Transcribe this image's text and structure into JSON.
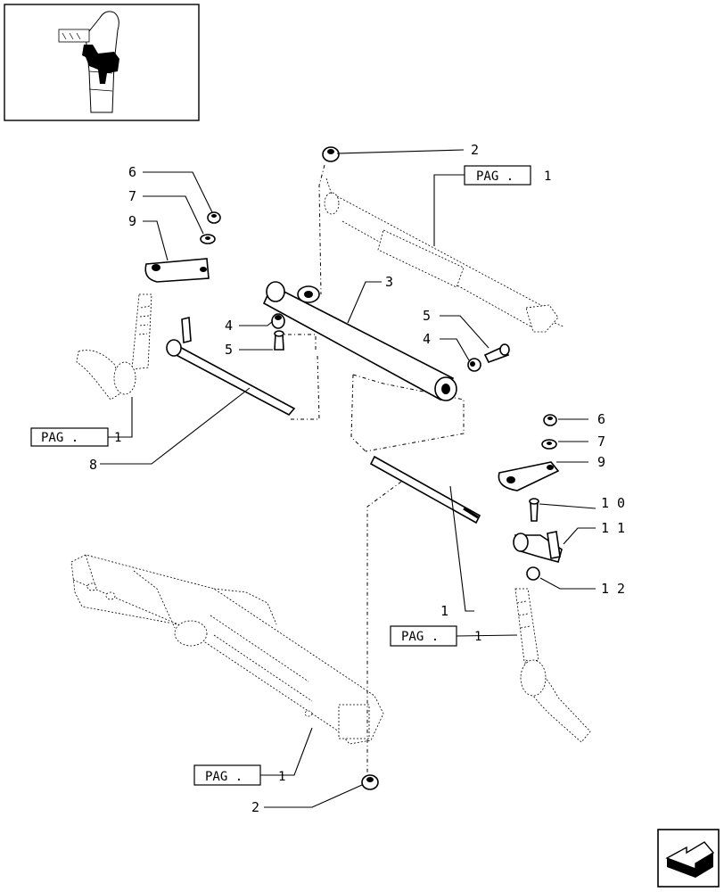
{
  "callouts": [
    {
      "id": "c2top",
      "text": "2"
    },
    {
      "id": "c1topbox",
      "text": "1"
    },
    {
      "id": "c6l",
      "text": "6"
    },
    {
      "id": "c7l",
      "text": "7"
    },
    {
      "id": "c9l",
      "text": "9"
    },
    {
      "id": "c3",
      "text": "3"
    },
    {
      "id": "c4l",
      "text": "4"
    },
    {
      "id": "c5l",
      "text": "5"
    },
    {
      "id": "c5r",
      "text": "5"
    },
    {
      "id": "c4r",
      "text": "4"
    },
    {
      "id": "c6r",
      "text": "6"
    },
    {
      "id": "c7r",
      "text": "7"
    },
    {
      "id": "c9r",
      "text": "9"
    },
    {
      "id": "c10",
      "text": "1 0"
    },
    {
      "id": "c11",
      "text": "1 1"
    },
    {
      "id": "c12",
      "text": "1 2"
    },
    {
      "id": "c8",
      "text": "8"
    },
    {
      "id": "c1mid",
      "text": "1"
    },
    {
      "id": "c2bot",
      "text": "2"
    }
  ],
  "page_refs": [
    {
      "id": "ref_top",
      "label": "PAG .",
      "number": "1"
    },
    {
      "id": "ref_left",
      "label": "PAG .",
      "number": "1"
    },
    {
      "id": "ref_right",
      "label": "PAG .",
      "number": "1"
    },
    {
      "id": "ref_bottom",
      "label": "PAG .",
      "number": "1"
    }
  ],
  "icons": {
    "thumbnail": "tractor-steering-location-thumbnail",
    "next_page": "next-page-arrow-icon"
  }
}
